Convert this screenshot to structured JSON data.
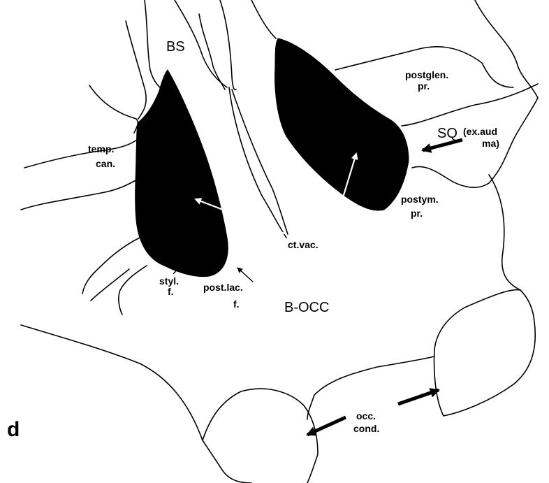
{
  "panel_letter": "d",
  "labels": {
    "bs": "BS",
    "postglen_1": "postglen.",
    "postglen_2": "pr.",
    "sq_1": "SQ",
    "sq_2": "(ex.aud",
    "sq_3": "ma)",
    "temp_1": "temp.",
    "temp_2": "can.",
    "postym_1": "postym.",
    "postym_2": "pr.",
    "ctvac": "ct.vac.",
    "styl_1": "styl.",
    "styl_2": "f.",
    "postlac_1": "post.lac.",
    "postlac_2": "f.",
    "bocc": "B-OCC",
    "occ_1": "occ.",
    "occ_2": "cond."
  }
}
